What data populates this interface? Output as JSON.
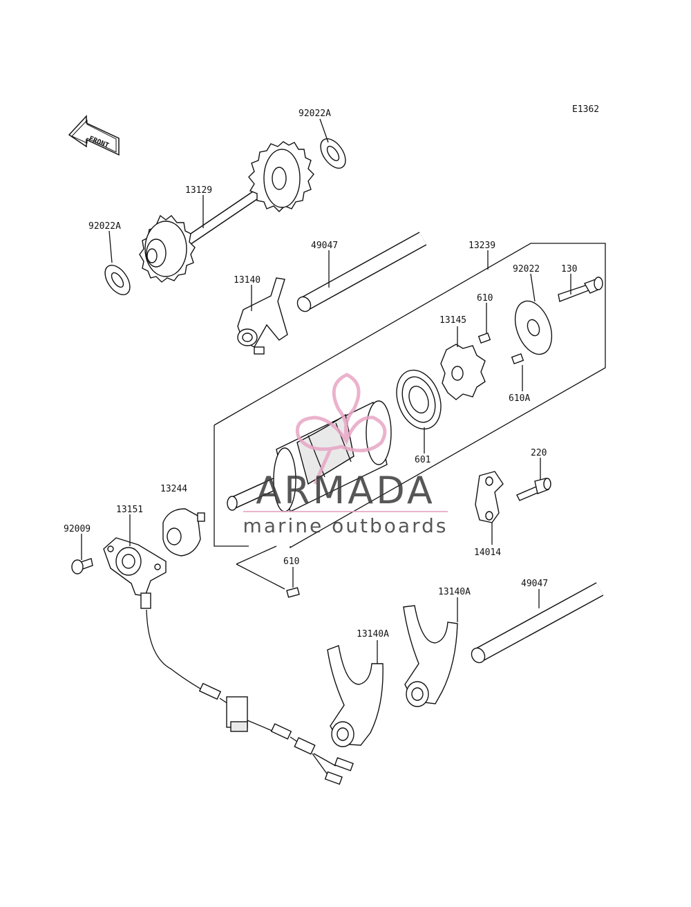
{
  "diagram": {
    "code": "E1362",
    "front_arrow": "FRONT",
    "labels": {
      "p92022A_top": "92022A",
      "p13129": "13129",
      "p92022A_left": "92022A",
      "p49047_top": "49047",
      "p13239": "13239",
      "p92022": "92022",
      "p130": "130",
      "p13140": "13140",
      "p610_top": "610",
      "p13145": "13145",
      "p610A": "610A",
      "p601": "601",
      "p220": "220",
      "p13244": "13244",
      "p13151": "13151",
      "p92009": "92009",
      "p14014": "14014",
      "p610_bottom": "610",
      "p49047_bottom": "49047",
      "p13140A_right": "13140A",
      "p13140A_left": "13140A"
    }
  },
  "watermark": {
    "brand": "ARMADA",
    "tagline": "marine outboards",
    "color_dark": "#3a3a3a",
    "color_pink": "#e7a6c4"
  }
}
